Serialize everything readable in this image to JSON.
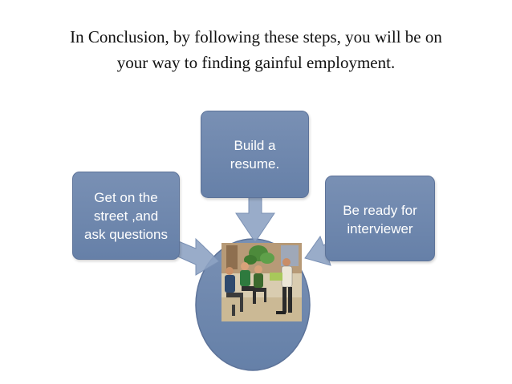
{
  "slide": {
    "title_line_1": "In Conclusion, by following these steps, you will be on",
    "title_line_2": "your way to finding gainful employment."
  },
  "diagram": {
    "center_image": "people-meeting-clipart",
    "steps": [
      {
        "line_1": "Get on the",
        "line_2": "street ,and",
        "line_3": "ask questions"
      },
      {
        "line_1": "Build a",
        "line_2": "resume."
      },
      {
        "line_1": "Be ready for",
        "line_2": "interviewer"
      }
    ]
  },
  "colors": {
    "box_fill": "#6f87ae",
    "box_border": "#5d7399",
    "arrow_fill": "#8ea3c3",
    "circle_fill": "#6f87ae",
    "text": "#ffffff"
  }
}
